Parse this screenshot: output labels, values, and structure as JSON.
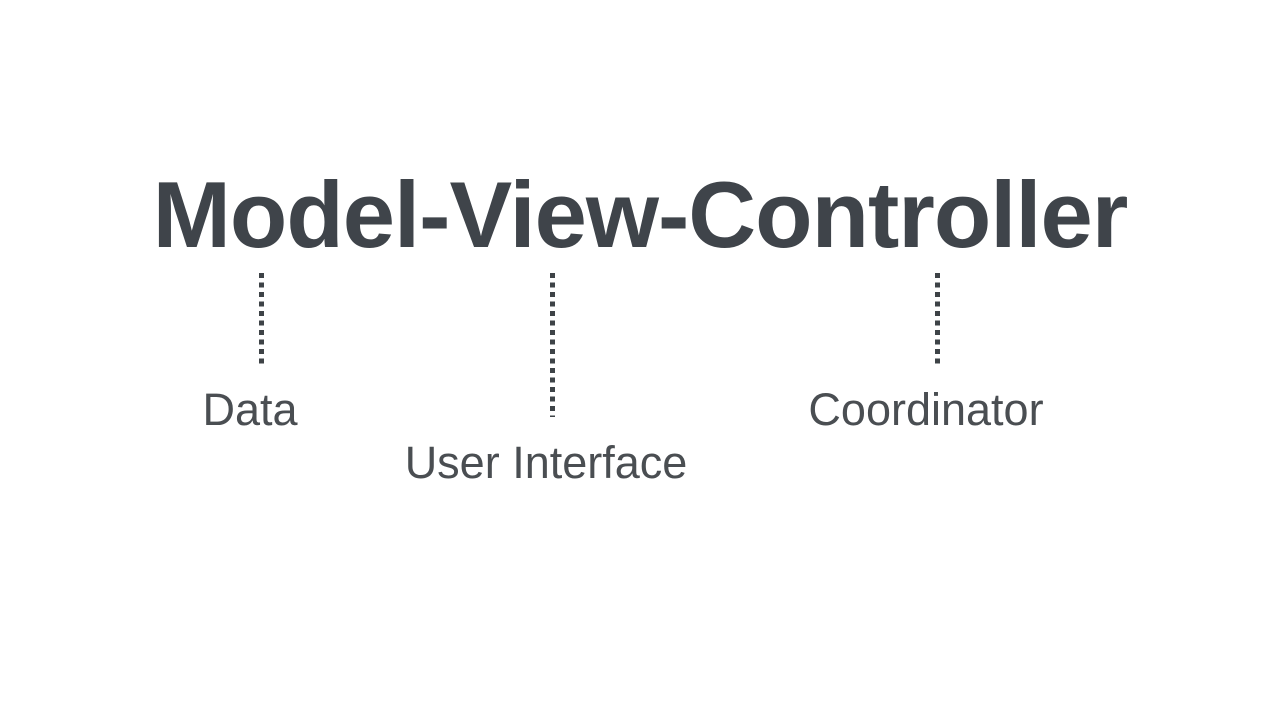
{
  "title": {
    "text": "Model-View-Controller"
  },
  "annotations": [
    {
      "part": "Model",
      "label": "Data"
    },
    {
      "part": "View",
      "label": "User Interface"
    },
    {
      "part": "Controller",
      "label": "Coordinator"
    }
  ],
  "colors": {
    "background": "#ffffff",
    "title": "#3f444a",
    "label": "#4a4e52",
    "connector": "#3e4347"
  }
}
